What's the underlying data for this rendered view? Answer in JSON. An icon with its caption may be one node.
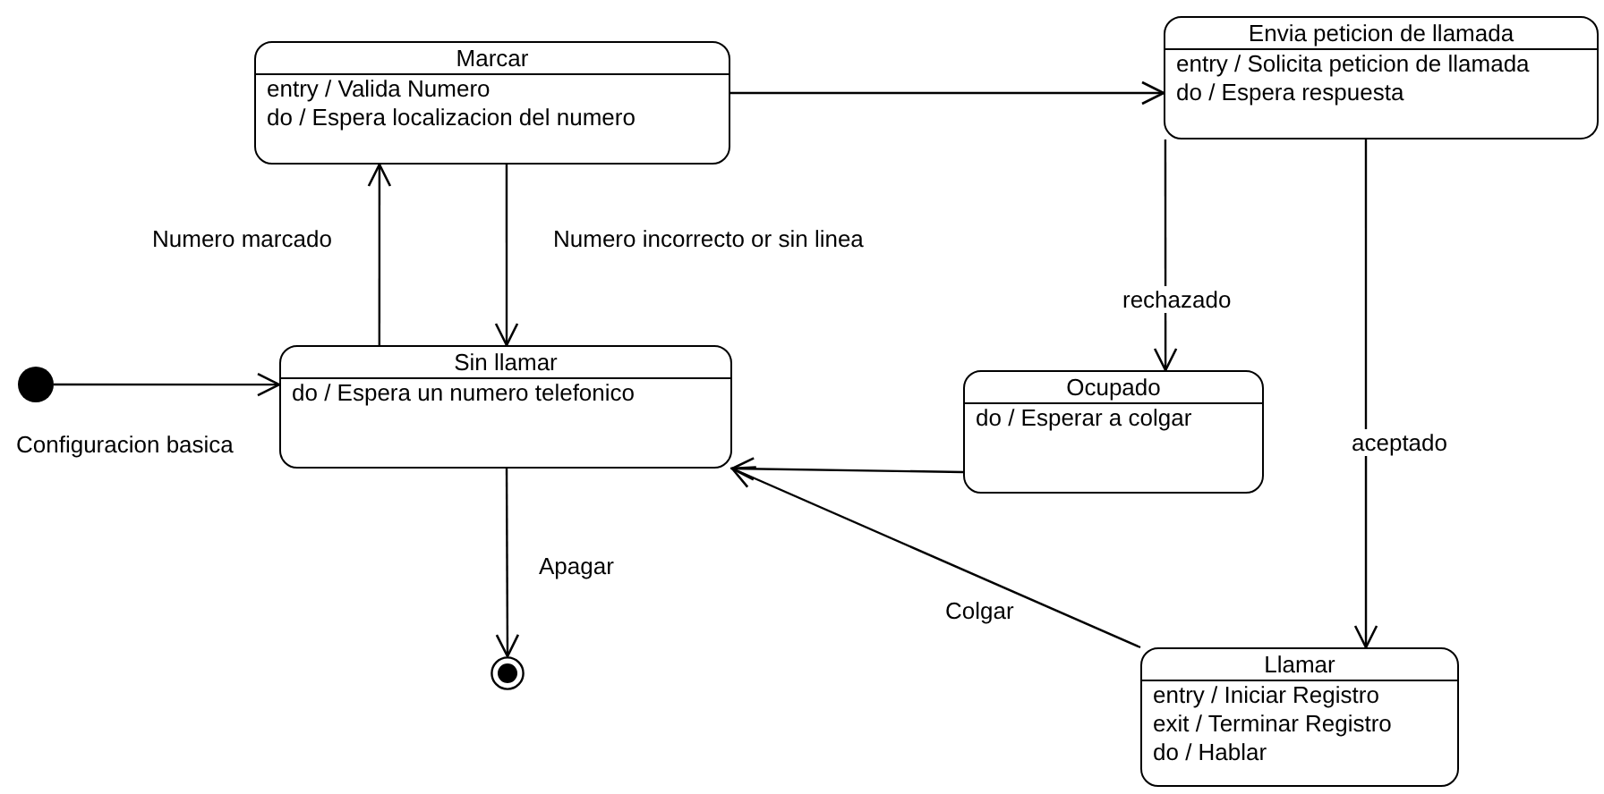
{
  "diagram": {
    "nodes": [
      {
        "text": [],
        "shape": "circle"
      },
      {
        "text": [
          "Marcar",
          "entry / Valida Numero",
          "do / Espera localizacion del numero"
        ]
      },
      {
        "text": [
          "Envia peticion de llamada",
          "entry / Solicita peticion de llamada",
          "do / Espera respuesta"
        ]
      },
      {
        "text": [
          "Sin llamar",
          "do / Espera un numero telefonico"
        ]
      },
      {
        "text": [
          "Ocupado",
          "do / Esperar a colgar"
        ]
      },
      {
        "text": [
          "Llamar",
          "entry / Iniciar Registro",
          "exit / Terminar Registro",
          "do / Hablar"
        ]
      },
      {
        "text": [],
        "shape": "bullseye"
      }
    ],
    "edges": [
      {
        "from": 0,
        "to": 3,
        "arrow": "to",
        "label": "Configuracion basica"
      },
      {
        "from": 3,
        "to": 1,
        "arrow": "to",
        "label": "Numero marcado"
      },
      {
        "from": 1,
        "to": 3,
        "arrow": "to",
        "label": "Numero incorrecto or sin linea"
      },
      {
        "from": 1,
        "to": 2,
        "arrow": "to"
      },
      {
        "from": 2,
        "to": 4,
        "arrow": "to",
        "label": "rechazado"
      },
      {
        "from": 2,
        "to": 5,
        "arrow": "to",
        "label": "aceptado"
      },
      {
        "from": 4,
        "to": 3,
        "arrow": "to"
      },
      {
        "from": 5,
        "to": 3,
        "arrow": "to",
        "label": "Colgar"
      },
      {
        "from": 3,
        "to": 6,
        "arrow": "to",
        "label": "Apagar"
      }
    ]
  }
}
